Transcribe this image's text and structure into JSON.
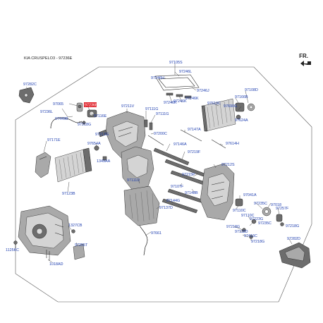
{
  "header": {
    "title": "KIA CRUSPELO3 - 97236E",
    "direction_label": "FR."
  },
  "labels": {
    "97105": "97105S",
    "97246L": "97246L",
    "97246H": "97246H",
    "97246J": "97246J",
    "97246K_a": "97246K",
    "97246K_b": "97246K",
    "97246K_c": "97246K",
    "97610C": "97610C",
    "97108D": "97108D",
    "97166B": "97166B",
    "97690G": "97690G",
    "97624A": "97624A",
    "97282C": "97282C",
    "97065": "97065",
    "97236L": "97236L",
    "97236E": "97236E",
    "97449B": "97449B",
    "97218G_top": "97218G",
    "97116E": "97116E",
    "97211V": "97211V",
    "97111G_a": "97111G",
    "97111G_b": "97111G",
    "97213G": "97213G",
    "97200C": "97200C",
    "97147A": "97147A",
    "97614H": "97614H",
    "97171E": "97171E",
    "97654A": "97654A",
    "97146A": "97146A",
    "97219F": "97219F",
    "1349AA": "1349AA",
    "97111D": "97111D",
    "97212S": "97212S",
    "97215P": "97215P",
    "97107F": "97107F",
    "97148B": "97148B",
    "97123B": "97123B",
    "97144G": "97144G",
    "97137D": "97137D",
    "97041A": "97041A",
    "97235C_a": "97235C",
    "97018": "97018",
    "97110C_a": "97110C",
    "97110C_b": "97110C",
    "97257F": "97257F",
    "97223G": "97223G",
    "97235C_b": "97235C",
    "97218G_a": "97218G",
    "97218G_b": "97218G",
    "97218G_c": "97218G",
    "97118D": "97118D",
    "97416C": "97416C",
    "1327CB": "1327CB",
    "1125KC": "1125KC",
    "97255T": "97255T",
    "1018AD": "1018AD",
    "97661": "97661",
    "97282D": "97282D"
  },
  "colors": {
    "callout_text": "#1f3fb0",
    "highlight_fill": "#e0232b",
    "line": "#333333",
    "part_dark": "#6d6d6d",
    "part_mid": "#a9a9a9",
    "part_light": "#d4d4d4"
  },
  "icons": {
    "direction_arrow": "arrow-left-icon"
  }
}
